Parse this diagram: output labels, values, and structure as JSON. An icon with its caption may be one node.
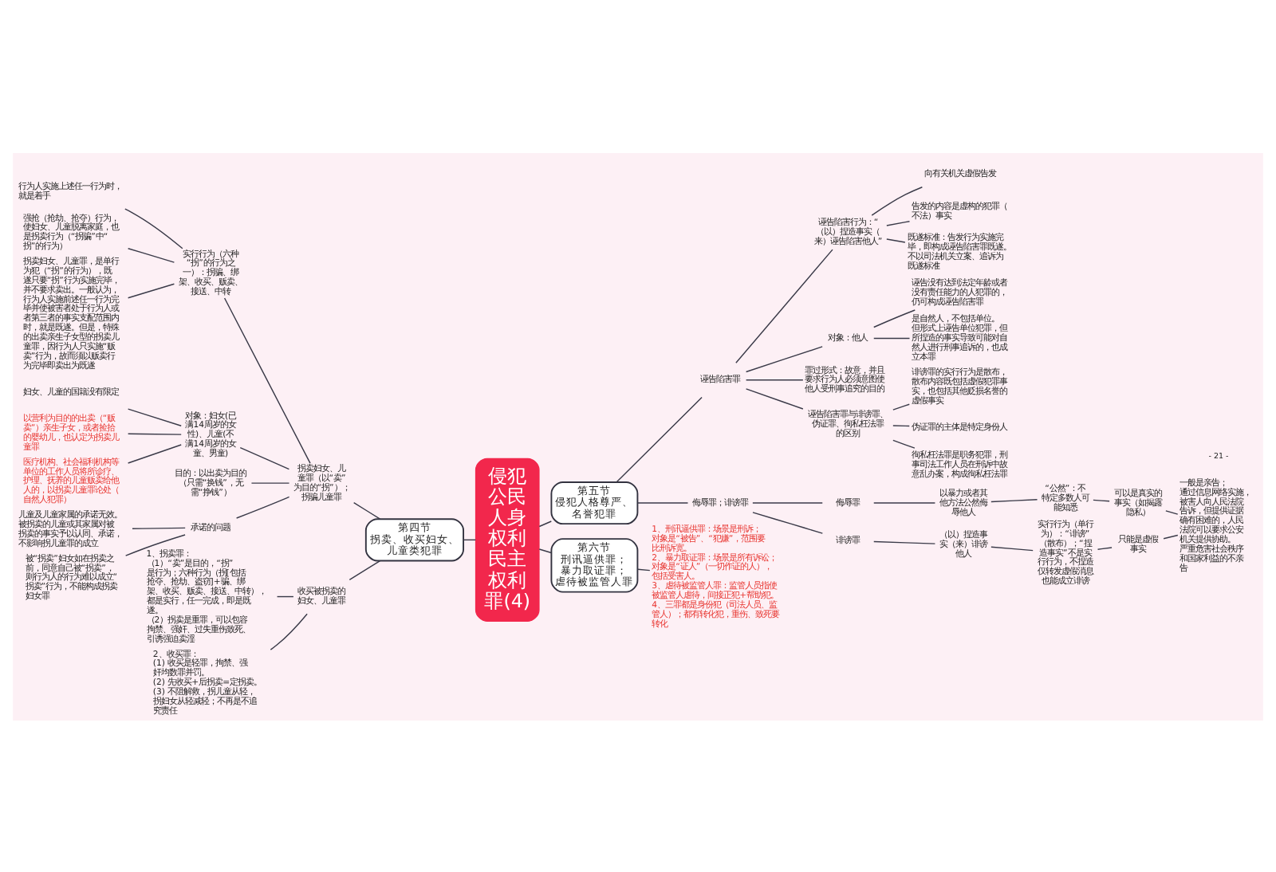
{
  "diagram": {
    "nodes": [
      {
        "text": [
          "侵犯公民人身权利民主权利罪(4)"
        ]
      },
      {
        "text": [
          "第四节",
          "拐卖、收买妇女、儿童类犯罪"
        ]
      },
      {
        "text": [
          "拐卖妇女、儿童罪（以“卖”为目的“拐”）；拐骗儿童罪"
        ]
      },
      {
        "text": [
          "实行行为（六种“拐”的行为之一）：拐骗、绑架、收买、贩卖、接送、中转"
        ]
      },
      {
        "text": [
          "行为人实施上述任一行为时，就是着手"
        ]
      },
      {
        "text": [
          "强抢（抢劫、抢夺）行为，使妇女、儿童脱离家庭，也是拐卖行为（“拐骗”中“拐”的行为）"
        ]
      },
      {
        "text": [
          "拐卖妇女、儿童罪，是单行为犯（“拐”的行为），既遂只要“拐”行为实施完毕，并不要求卖出。一般认为，行为人实施前述任一行为完毕并使被害者处于行为人或者第三者的事实支配范围内时，就是既遂。但是，特殊的出卖亲生子女型的拐卖儿童罪，因行为人只实施“贩卖”行为，故而须以贩卖行为完毕即卖出为既遂"
        ]
      },
      {
        "text": [
          "对象：妇女(已满14周岁的女性)、儿童(不满14周岁的女童、男童)"
        ]
      },
      {
        "text": [
          "妇女、儿童的国籍没有限定"
        ]
      },
      {
        "text": [
          "以营利为目的的出卖（“贩卖”）亲生子女，或者捡拾的婴幼儿，也认定为拐卖儿童罪"
        ]
      },
      {
        "text": [
          "医疗机构、社会福利机构等单位的工作人员将所诊疗、护理、抚养的儿童贩卖给他人的，以拐卖儿童罪论处（自然人犯罪）"
        ]
      },
      {
        "text": [
          "目的：以出卖为目的（只需“换钱”，无需“挣钱”）"
        ]
      },
      {
        "text": [
          "承诺的问题"
        ]
      },
      {
        "text": [
          "儿童及儿童家属的承诺无效。被拐卖的儿童或其家属对被拐卖的事实予以认同、承诺，不影响拐儿童罪的成立"
        ]
      },
      {
        "text": [
          "被“拐卖”妇女如在拐卖之前，同意自己被“拐卖”，则行为人的行为难以成立“拐卖”行为，不能构成拐卖妇女罪"
        ]
      },
      {
        "text": [
          "收买被拐卖的妇女、儿童罪"
        ]
      },
      {
        "text": [
          "1、拐卖罪：",
          "（1）“卖”是目的，“拐”是行为；六种行为（拐[包括抢夺、抢劫、盗窃]+骗、绑架、收买、贩卖、接送、中转），都是实行，任一完成，即是既遂。",
          "（2）拐卖是重罪，可以包容拘禁、强奸、过失重伤致死、引诱强迫卖淫"
        ]
      },
      {
        "text": [
          "2、收买罪：",
          "(1) 收买是轻罪，拘禁、强奸均数罪并罚。",
          "(2) 先收买+后拐卖=定拐卖。",
          "(3) 不阻解救，拐儿童从轻，拐妇女从轻减轻；不再是不追究责任"
        ]
      },
      {
        "text": [
          "第五节",
          "侵犯人格尊严、名誉犯罪"
        ]
      },
      {
        "text": [
          "诬告陷害罪"
        ]
      },
      {
        "text": [
          "诬告陷害行为：“（以）捏造事实（来）诬告陷害他人”"
        ]
      },
      {
        "text": [
          "向有关机关虚假告发"
        ]
      },
      {
        "text": [
          "告发的内容是虚构的犯罪（不法）事实"
        ]
      },
      {
        "text": [
          "既遂标准：告发行为实施完毕，即构成诬告陷害罪既遂。不以司法机关立案、追诉为既遂标准"
        ]
      },
      {
        "text": [
          "对象：他人"
        ]
      },
      {
        "text": [
          "诬告没有达到法定年龄或者没有责任能力的人犯罪的，仍可构成诬告陷害罪"
        ]
      },
      {
        "text": [
          "是自然人，不包括单位。但形式上诬告单位犯罪，但所捏造的事实导致可能对自然人进行刑事追诉的，也成立本罪"
        ]
      },
      {
        "text": [
          "罪过形式：故意，并且要求行为人必须意图使他人受刑事追究的目的"
        ]
      },
      {
        "text": [
          "诬告陷害罪与诽谤罪、伪证罪、徇私枉法罪的区别"
        ]
      },
      {
        "text": [
          "诽谤罪的实行行为是散布，散布内容既包括虚假犯罪事实，也包括其他贬损名誉的虚假事实"
        ]
      },
      {
        "text": [
          "伪证罪的主体是特定身份人"
        ]
      },
      {
        "text": [
          "徇私枉法罪是职务犯罪，刑事司法工作人员在刑诉中故意乱办案，构成徇私枉法罪"
        ]
      },
      {
        "text": [
          "侮辱罪；诽谤罪"
        ]
      },
      {
        "text": [
          "侮辱罪"
        ]
      },
      {
        "text": [
          "以暴力或者其他方法公然侮辱他人"
        ]
      },
      {
        "text": [
          "“公然”：不特定多数人可能知悉"
        ]
      },
      {
        "text": [
          "可以是真实的事实（如揭露隐私）"
        ]
      },
      {
        "text": [
          "诽谤罪"
        ]
      },
      {
        "text": [
          "（以）捏造事实（来）诽谤他人"
        ]
      },
      {
        "text": [
          "实行行为（单行为）：“诽谤”（散布）；“捏造事实”不是实行行为，不捏造仅转发虚假消息也能成立诽谤"
        ]
      },
      {
        "text": [
          "只能是虚假事实"
        ]
      },
      {
        "text": [
          "一般是亲告；通过信息网络实施，被害人向人民法院告诉，但提供证据确有困难的，人民法院可以要求公安机关提供协助。严重危害社会秩序和国家利益的不亲告"
        ]
      },
      {
        "text": [
          "第六节",
          "刑讯逼供罪；暴力取证罪；虐待被监管人罪"
        ]
      },
      {
        "text": [
          "1、刑讯逼供罪：场景是刑诉；对象是“被告”、“犯嫌”，范围要比刑诉宽。",
          "2、暴力取证罪：场景是所有诉讼；对象是“证人”（一切作证的人），包括受害人。",
          "3、虐待被监管人罪：监管人员指使被监管人虐待，间接正犯+帮助犯。",
          "4、三罪都是身份犯（司法人员、监管人）；都有转化犯，重伤、致死要转化"
        ]
      }
    ],
    "edges": [
      {
        "from": 4,
        "to": 3,
        "arrow": "none"
      },
      {
        "from": 5,
        "to": 3,
        "arrow": "none"
      },
      {
        "from": 6,
        "to": 3,
        "arrow": "none"
      },
      {
        "from": 3,
        "to": 2,
        "arrow": "none"
      },
      {
        "from": 8,
        "to": 7,
        "arrow": "none"
      },
      {
        "from": 9,
        "to": 7,
        "arrow": "none"
      },
      {
        "from": 10,
        "to": 7,
        "arrow": "none"
      },
      {
        "from": 7,
        "to": 2,
        "arrow": "none"
      },
      {
        "from": 11,
        "to": 2,
        "arrow": "none"
      },
      {
        "from": 13,
        "to": 12,
        "arrow": "none"
      },
      {
        "from": 14,
        "to": 12,
        "arrow": "none"
      },
      {
        "from": 12,
        "to": 2,
        "arrow": "none"
      },
      {
        "from": 2,
        "to": 1,
        "arrow": "none"
      },
      {
        "from": 16,
        "to": 15,
        "arrow": "none"
      },
      {
        "from": 17,
        "to": 15,
        "arrow": "none"
      },
      {
        "from": 15,
        "to": 1,
        "arrow": "none"
      },
      {
        "from": 1,
        "to": 0,
        "arrow": "none"
      },
      {
        "from": 0,
        "to": 18,
        "arrow": "none"
      },
      {
        "from": 18,
        "to": 19,
        "arrow": "none"
      },
      {
        "from": 19,
        "to": 20,
        "arrow": "none"
      },
      {
        "from": 20,
        "to": 21,
        "arrow": "none"
      },
      {
        "from": 20,
        "to": 22,
        "arrow": "none"
      },
      {
        "from": 20,
        "to": 23,
        "arrow": "none"
      },
      {
        "from": 19,
        "to": 24,
        "arrow": "none"
      },
      {
        "from": 24,
        "to": 25,
        "arrow": "none"
      },
      {
        "from": 24,
        "to": 26,
        "arrow": "none"
      },
      {
        "from": 19,
        "to": 27,
        "arrow": "none"
      },
      {
        "from": 19,
        "to": 28,
        "arrow": "none"
      },
      {
        "from": 28,
        "to": 29,
        "arrow": "none"
      },
      {
        "from": 28,
        "to": 30,
        "arrow": "none"
      },
      {
        "from": 28,
        "to": 31,
        "arrow": "none"
      },
      {
        "from": 18,
        "to": 32,
        "arrow": "none"
      },
      {
        "from": 32,
        "to": 33,
        "arrow": "none"
      },
      {
        "from": 33,
        "to": 34,
        "arrow": "none"
      },
      {
        "from": 34,
        "to": 35,
        "arrow": "none"
      },
      {
        "from": 35,
        "to": 36,
        "arrow": "none"
      },
      {
        "from": 32,
        "to": 37,
        "arrow": "none"
      },
      {
        "from": 37,
        "to": 38,
        "arrow": "none"
      },
      {
        "from": 38,
        "to": 39,
        "arrow": "none"
      },
      {
        "from": 39,
        "to": 40,
        "arrow": "none"
      },
      {
        "from": 36,
        "to": 41,
        "arrow": "none"
      },
      {
        "from": 40,
        "to": 41,
        "arrow": "none"
      },
      {
        "from": 0,
        "to": 42,
        "arrow": "none"
      },
      {
        "from": 42,
        "to": 43,
        "arrow": "none"
      }
    ],
    "labels": [
      "- 21 -"
    ]
  }
}
